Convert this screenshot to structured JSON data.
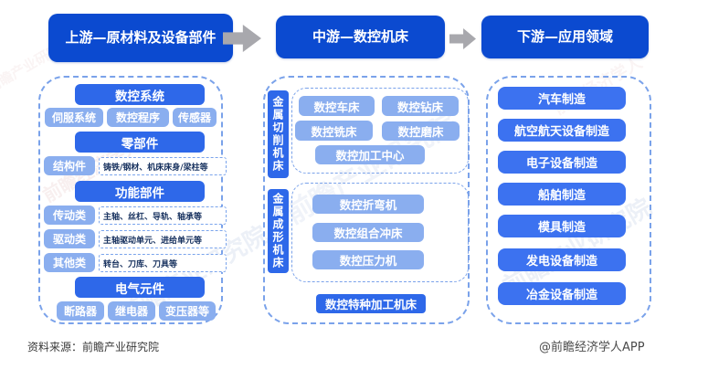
{
  "headers": {
    "upstream": "上游—原材料及设备部件",
    "midstream": "中游—数控机床",
    "downstream": "下游—应用领域"
  },
  "upstream": {
    "sections": [
      {
        "title": "数控系统",
        "items": [
          "伺服系统",
          "数控程序",
          "传感器"
        ]
      },
      {
        "title": "零部件",
        "rows": [
          {
            "label": "结构件",
            "desc": "铸铁/钢材、机床床身/梁柱等"
          }
        ]
      },
      {
        "title": "功能部件",
        "rows": [
          {
            "label": "传动类",
            "desc": "主轴、丝杠、导轨、轴承等"
          },
          {
            "label": "驱动类",
            "desc": "主轴驱动单元、进给单元等"
          },
          {
            "label": "其他类",
            "desc": "转台、刀库、刀具等"
          }
        ]
      },
      {
        "title": "电气元件",
        "items": [
          "断路器",
          "继电器",
          "变压器等"
        ]
      }
    ]
  },
  "midstream": {
    "groups": [
      {
        "label": "金属切削机床",
        "items": [
          "数控车床",
          "数控钻床",
          "数控铣床",
          "数控磨床",
          "数控加工中心"
        ]
      },
      {
        "label": "金属成形机床",
        "items": [
          "数控折弯机",
          "数控组合冲床",
          "数控压力机"
        ]
      }
    ],
    "special": "数控特种加工机床"
  },
  "downstream": {
    "items": [
      "汽车制造",
      "航空航天设备制造",
      "电子设备制造",
      "船舶制造",
      "模具制造",
      "发电设备制造",
      "冶金设备制造"
    ]
  },
  "footer": {
    "source": "资料来源：前瞻产业研究院",
    "credit": "@前瞻经济学人APP"
  },
  "watermark": {
    "brand": "前瞻产业研究院",
    "brand2": "前瞻经济学人"
  },
  "colors": {
    "header_blue": "#0b4ad0",
    "section_blue": "#2e68e9",
    "light_blue": "#8aaeef",
    "bright_blue": "#3c72f0",
    "arrow_gray": "#a8a8ad",
    "dash_border": "#7aa2ea"
  }
}
